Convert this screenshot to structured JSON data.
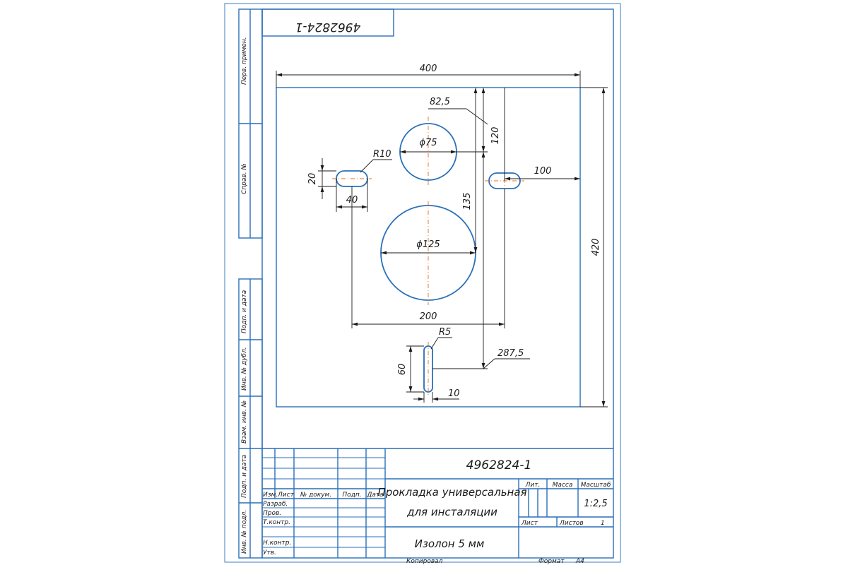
{
  "drawing_number": "4962824-1",
  "drawing_number_rotated": "4962824-1",
  "dimensions": {
    "width": "400",
    "height": "420",
    "offset_825": "82,5",
    "hole_small_diameter": "ϕ75",
    "hole_large_diameter": "ϕ125",
    "dist_120": "120",
    "dist_135": "135",
    "dist_100": "100",
    "slot_radius": "R10",
    "slot_height": "20",
    "slot_width": "40",
    "spacing_200": "200",
    "bottom_slot_radius": "R5",
    "dist_2875": "287,5",
    "bottom_slot_length": "60",
    "bottom_slot_width": "10"
  },
  "side_labels": {
    "perv_primen": "Перв. примен.",
    "sprav": "Справ. №",
    "podp_data_1": "Подп. и дата",
    "inv_dubl": "Инв. № дубл.",
    "vzam_inv": "Взам. инв. №",
    "podp_data_2": "Подп. и дата",
    "inv_podl": "Инв. № подл."
  },
  "title_block": {
    "header": {
      "izm": "Изм.",
      "list": "Лист",
      "n_dokum": "№ докум.",
      "podp": "Подп.",
      "data": "Дата"
    },
    "rows": {
      "razrab": "Разраб.",
      "prov": "Пров.",
      "t_kontr": "Т.контр.",
      "n_kontr": "Н.контр.",
      "utv": "Утв."
    },
    "name_line_1": "Прокладка универсальная",
    "name_line_2": "для инсталяции",
    "material": "Изолон 5 мм",
    "lit_label": "Лит.",
    "massa_label": "Масса",
    "masshtab_label": "Масштаб",
    "scale": "1:2,5",
    "list_label": "Лист",
    "listov_label": "Листов",
    "listov_value": "1",
    "kopiroval": "Копировал",
    "format_label": "Формат",
    "format_value": "А4"
  },
  "colors": {
    "frame": "#2a6fb8",
    "contour": "#2a6fb8",
    "axis": "#e0701c",
    "text": "#1a1a1a"
  }
}
